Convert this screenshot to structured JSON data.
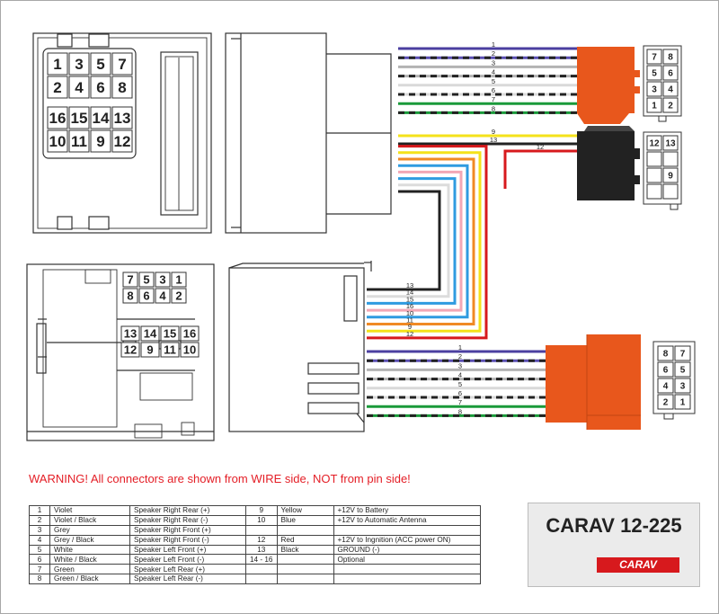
{
  "connectors": {
    "top_left_rows": [
      [
        "1",
        "3",
        "5",
        "7"
      ],
      [
        "2",
        "4",
        "6",
        "8"
      ],
      [
        "16",
        "15",
        "14",
        "13"
      ],
      [
        "10",
        "11",
        "9",
        "12"
      ]
    ],
    "bottom_left_rows": [
      [
        "7",
        "5",
        "3",
        "1"
      ],
      [
        "8",
        "6",
        "4",
        "2"
      ],
      [
        "13",
        "14",
        "15",
        "16"
      ],
      [
        "12",
        "9",
        "11",
        "10"
      ]
    ],
    "top_right_upper_rows": [
      [
        "7",
        "8"
      ],
      [
        "5",
        "6"
      ],
      [
        "3",
        "4"
      ],
      [
        "1",
        "2"
      ]
    ],
    "top_right_lower_rows": [
      [
        "12",
        "13"
      ],
      [
        "",
        ""
      ],
      [
        "",
        "9"
      ],
      [
        "",
        ""
      ]
    ],
    "bottom_right_rows": [
      [
        "8",
        "7"
      ],
      [
        "6",
        "5"
      ],
      [
        "4",
        "3"
      ],
      [
        "2",
        "1"
      ]
    ]
  },
  "wires": {
    "top_group_1": [
      {
        "label": "1",
        "color": "#4b3fa0"
      },
      {
        "label": "2",
        "color": "#5a4fb2",
        "stripe": "#222222"
      },
      {
        "label": "3",
        "color": "#b3b3b3"
      },
      {
        "label": "4",
        "color": "#b3b3b3",
        "stripe": "#222222"
      },
      {
        "label": "5",
        "color": "#d9d9d9"
      },
      {
        "label": "6",
        "color": "#d9d9d9",
        "stripe": "#222222"
      },
      {
        "label": "7",
        "color": "#1a9a3a"
      },
      {
        "label": "8",
        "color": "#1a9a3a",
        "stripe": "#222222"
      }
    ],
    "top_group_2": [
      {
        "label": "9",
        "color": "#f4e21a"
      },
      {
        "label": "13",
        "color": "#222222"
      },
      {
        "label": "12",
        "color": "#d7191d"
      }
    ],
    "middle_group": [
      {
        "label": "13",
        "color": "#222222"
      },
      {
        "label": "14",
        "color": "#dcdcdc"
      },
      {
        "label": "15",
        "color": "#2f9be0"
      },
      {
        "label": "16",
        "color": "#f2a7b5"
      },
      {
        "label": "10",
        "color": "#2f9be0"
      },
      {
        "label": "11",
        "color": "#f08a24"
      },
      {
        "label": "9",
        "color": "#f4e21a"
      },
      {
        "label": "12",
        "color": "#d7191d"
      }
    ],
    "bottom_group": [
      {
        "label": "1",
        "color": "#4b3fa0"
      },
      {
        "label": "2",
        "color": "#5a4fb2",
        "stripe": "#222222"
      },
      {
        "label": "3",
        "color": "#b3b3b3"
      },
      {
        "label": "4",
        "color": "#b3b3b3",
        "stripe": "#222222"
      },
      {
        "label": "5",
        "color": "#d9d9d9"
      },
      {
        "label": "6",
        "color": "#d9d9d9",
        "stripe": "#222222"
      },
      {
        "label": "7",
        "color": "#1a9a3a"
      },
      {
        "label": "8",
        "color": "#1a9a3a",
        "stripe": "#222222"
      }
    ]
  },
  "warning_text": "WARNING! All connectors are shown from WIRE side, NOT from pin side!",
  "pin_table": [
    [
      "1",
      "Violet",
      "Speaker Right Rear (+)",
      "9",
      "Yellow",
      "+12V to Battery"
    ],
    [
      "2",
      "Violet / Black",
      "Speaker Right Rear (-)",
      "10",
      "Blue",
      "+12V to Automatic Antenna"
    ],
    [
      "3",
      "Grey",
      "Speaker Right Front (+)",
      "",
      "",
      ""
    ],
    [
      "4",
      "Grey / Black",
      "Speaker Right Front (-)",
      "12",
      "Red",
      "+12V to Ingnition (ACC power ON)"
    ],
    [
      "5",
      "White",
      "Speaker Left Front (+)",
      "13",
      "Black",
      "GROUND (-)"
    ],
    [
      "6",
      "White / Black",
      "Speaker Left Front (-)",
      "14 - 16",
      "",
      "Optional"
    ],
    [
      "7",
      "Green",
      "Speaker Left Rear (+)",
      "",
      "",
      ""
    ],
    [
      "8",
      "Green / Black",
      "Speaker Left Rear (-)",
      "",
      "",
      ""
    ]
  ],
  "brand": {
    "title": "CARAV 12-225",
    "logo": "CARAV"
  },
  "colors": {
    "orange": "#e8571c",
    "black": "#222222",
    "red": "#e41e26",
    "logo_red": "#d7191d"
  }
}
